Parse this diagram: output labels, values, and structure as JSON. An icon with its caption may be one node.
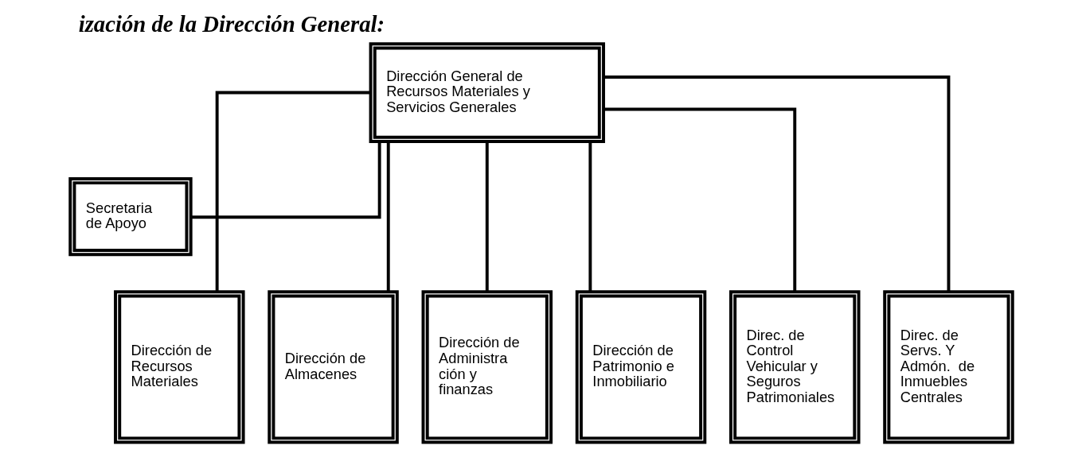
{
  "diagram": {
    "title": "ización de la Dirección General:",
    "nodes": [
      {
        "text": [
          "Dirección General de Recursos Materiales y Servicios Generales"
        ]
      },
      {
        "text": [
          "Secretaria de Apoyo"
        ]
      },
      {
        "text": [
          "Dirección de Recursos Materiales"
        ]
      },
      {
        "text": [
          "Dirección de Almacenes"
        ]
      },
      {
        "text": [
          "Dirección de Administra ción y finanzas"
        ]
      },
      {
        "text": [
          "Dirección de Patrimonio e Inmobiliario"
        ]
      },
      {
        "text": [
          "Direc. de Control Vehicular y Seguros Patrimoniales"
        ]
      },
      {
        "text": [
          "Direc. de Servs. Y Admón.  de Inmuebles Centrales"
        ]
      }
    ],
    "edges": [
      {
        "from": 0,
        "to": 1,
        "arrow": "none"
      },
      {
        "from": 0,
        "to": 2,
        "arrow": "none"
      },
      {
        "from": 0,
        "to": 3,
        "arrow": "none"
      },
      {
        "from": 0,
        "to": 4,
        "arrow": "none"
      },
      {
        "from": 0,
        "to": 5,
        "arrow": "none"
      },
      {
        "from": 0,
        "to": 6,
        "arrow": "none"
      },
      {
        "from": 0,
        "to": 7,
        "arrow": "none"
      }
    ]
  }
}
